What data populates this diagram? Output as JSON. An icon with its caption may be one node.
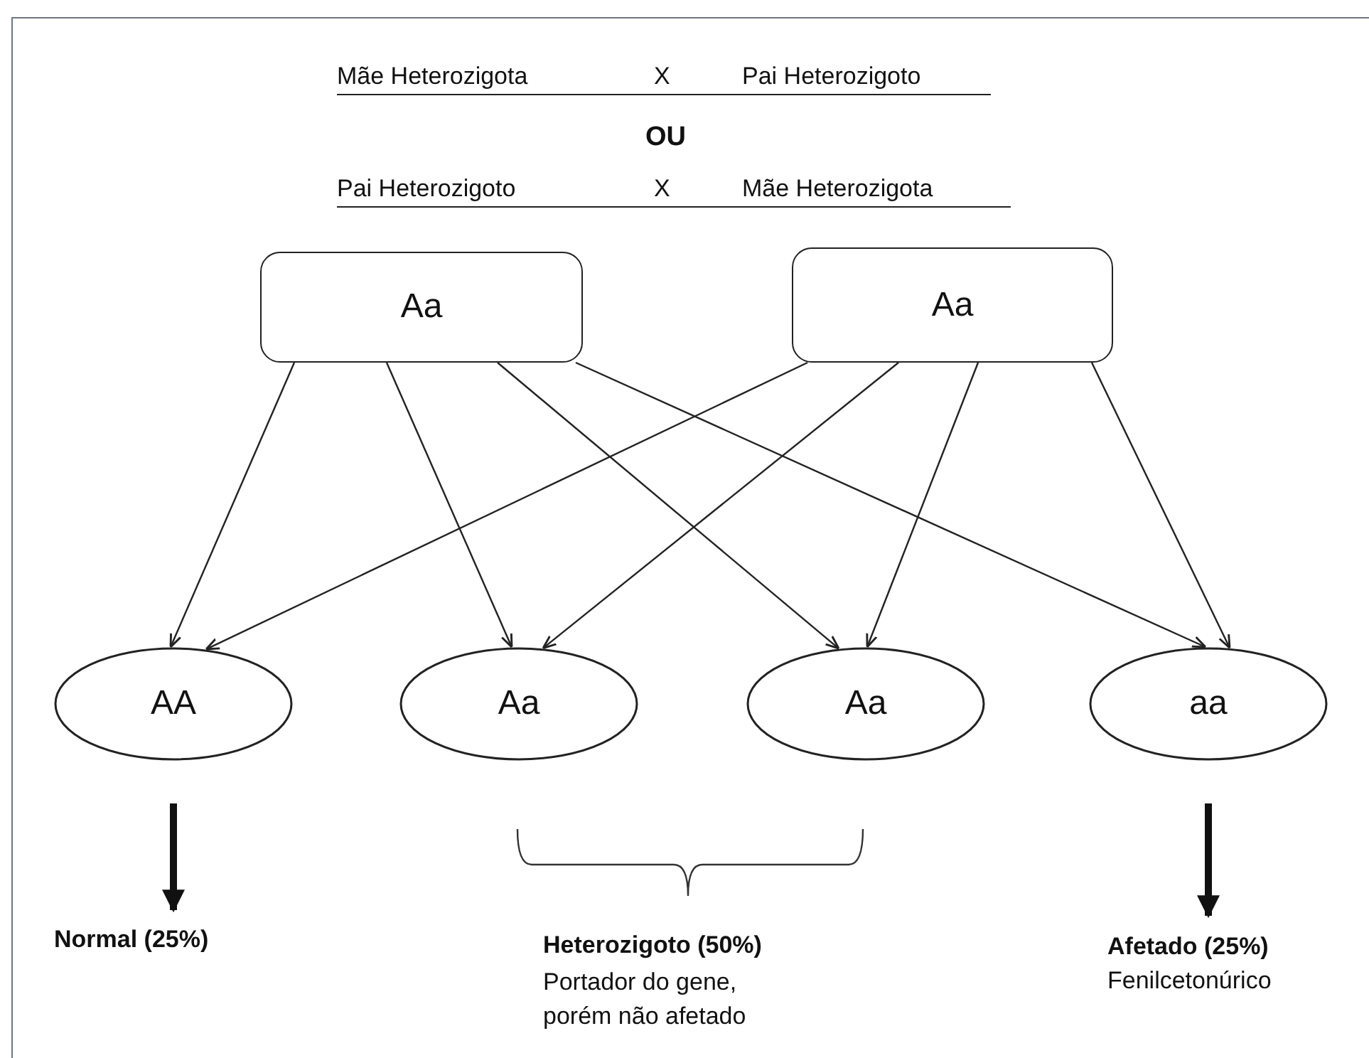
{
  "diagram": {
    "nodes": [
      {
        "text": [
          "Aa"
        ]
      },
      {
        "text": [
          "Aa"
        ]
      },
      {
        "text": [
          "AA"
        ]
      },
      {
        "text": [
          "Aa"
        ]
      },
      {
        "text": [
          "Aa"
        ]
      },
      {
        "text": [
          "aa"
        ]
      },
      {
        "text": [
          "Normal (25%)"
        ]
      },
      {
        "text": [
          "Afetado (25%)",
          "Fenilcetonúrico"
        ]
      }
    ],
    "edges": [
      {
        "from": 0,
        "to": 2,
        "arrow": "to"
      },
      {
        "from": 0,
        "to": 3,
        "arrow": "to"
      },
      {
        "from": 0,
        "to": 4,
        "arrow": "to"
      },
      {
        "from": 0,
        "to": 5,
        "arrow": "to"
      },
      {
        "from": 1,
        "to": 2,
        "arrow": "to"
      },
      {
        "from": 1,
        "to": 3,
        "arrow": "to"
      },
      {
        "from": 1,
        "to": 4,
        "arrow": "to"
      },
      {
        "from": 1,
        "to": 5,
        "arrow": "to"
      },
      {
        "from": 2,
        "to": 6,
        "arrow": "to",
        "style": "thick"
      },
      {
        "from": 5,
        "to": 7,
        "arrow": "to",
        "style": "thick"
      }
    ],
    "labels": [
      "Mãe Heterozigota",
      "X",
      "Pai Heterozigoto",
      "OU",
      "Pai Heterozigoto",
      "X",
      "Mãe Heterozigota",
      "Heterozigoto (50%)",
      "Portador do gene, porém não afetado"
    ]
  }
}
